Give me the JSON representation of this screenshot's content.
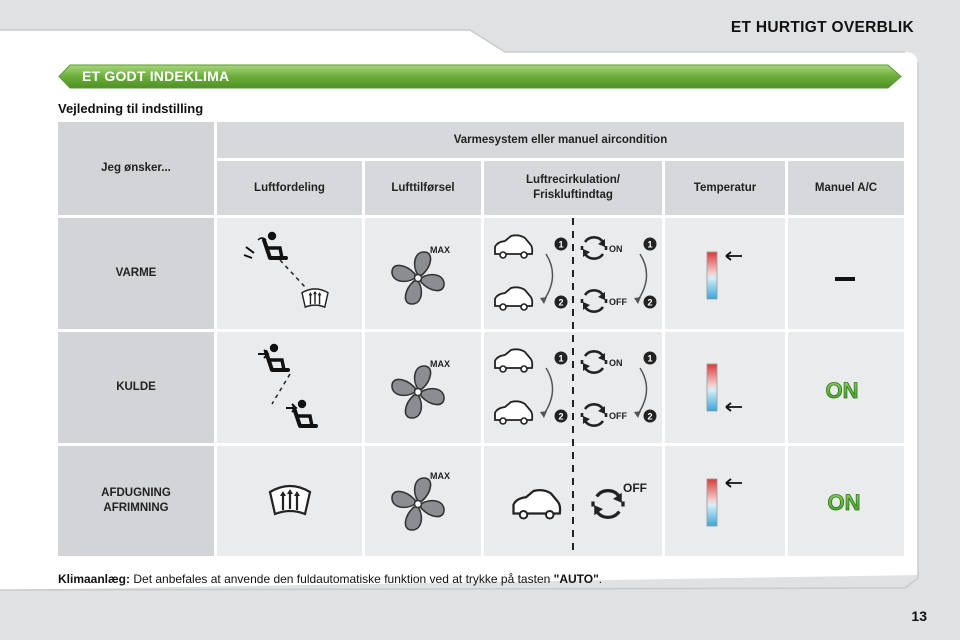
{
  "header": {
    "title": "ET HURTIGT OVERBLIK"
  },
  "banner": {
    "label": "ET GODT INDEKLIMA"
  },
  "subtitle": "Vejledning til indstilling",
  "table": {
    "corner_label": "Jeg ønsker...",
    "group_header": "Varmesystem eller manuel aircondition",
    "columns": [
      "Luftfordeling",
      "Lufttilførsel",
      "Luftrecirkulation/ Friskluftindtag",
      "Temperatur",
      "Manuel A/C"
    ],
    "rows": [
      {
        "label": "VARME",
        "ac": "—",
        "temp_arrow": "top"
      },
      {
        "label": "KULDE",
        "ac": "ON",
        "temp_arrow": "bottom"
      },
      {
        "label": "AFDUGNING AFRIMNING",
        "ac": "ON",
        "temp_arrow": "top"
      }
    ],
    "icon_texts": {
      "max": "MAX",
      "on": "ON",
      "off": "OFF",
      "step1": "1",
      "step2": "2"
    }
  },
  "footer": {
    "label": "Klimaanlæg:",
    "text": " Det anbefales at anvende den fuldautomatiske funktion ved at trykke på tasten ",
    "key": "\"AUTO\"",
    "end": "."
  },
  "page": {
    "number": "13"
  },
  "colors": {
    "banner_green": "#6cae3c",
    "ac_on_green": "#4aa52c",
    "temp_red": "#d83a3a",
    "temp_blue": "#3aa6d8"
  },
  "icons": [
    "seat-airflow-icon",
    "fan-icon",
    "recirculation-icon",
    "temperature-bar-icon",
    "windscreen-defrost-icon",
    "car-air-icon"
  ]
}
